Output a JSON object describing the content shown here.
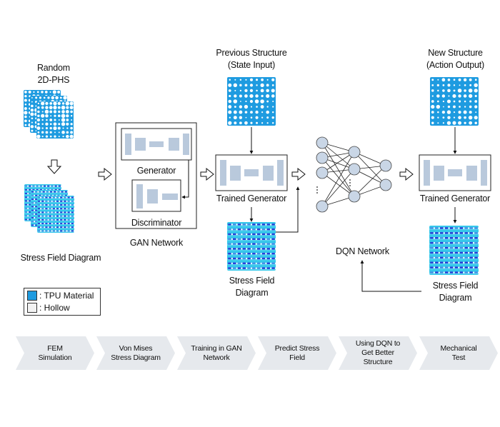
{
  "colors": {
    "tpu_blue": "#1e9be0",
    "hollow": "#f2f2f2",
    "block_fill": "#b9c9dc",
    "node_fill": "#c9d6e6",
    "chevron_fill": "#e6e9ed",
    "stress_cyan": "#35c8ea",
    "stress_deep": "#2b3fd6"
  },
  "input": {
    "title_line1": "Random",
    "title_line2": "2D-PHS",
    "stress_label": "Stress Field Diagram"
  },
  "legend": {
    "items": [
      {
        "label": ": TPU Material",
        "swatch": "tpu"
      },
      {
        "label": ": Hollow",
        "swatch": "hollow"
      }
    ]
  },
  "gan": {
    "generator_label": "Generator",
    "discriminator_label": "Discriminator",
    "network_label": "GAN Network"
  },
  "predict": {
    "title_line1": "Previous Structure",
    "title_line2": "(State Input)",
    "generator_label": "Trained Generator",
    "stress_line1": "Stress Field",
    "stress_line2": "Diagram"
  },
  "dqn": {
    "network_label": "DQN Network",
    "layers": [
      4,
      3,
      2
    ]
  },
  "output": {
    "title_line1": "New Structure",
    "title_line2": "(Action Output)",
    "generator_label": "Trained Generator",
    "stress_line1": "Stress Field",
    "stress_line2": "Diagram"
  },
  "process_steps": [
    {
      "lines": [
        "FEM",
        "Simulation"
      ]
    },
    {
      "lines": [
        "Von Mises",
        "Stress Diagram"
      ]
    },
    {
      "lines": [
        "Training in GAN",
        "Network"
      ]
    },
    {
      "lines": [
        "Predict Stress",
        "Field"
      ]
    },
    {
      "lines": [
        "Using DQN to",
        "Get Better",
        "Structure"
      ]
    },
    {
      "lines": [
        "Mechanical",
        "Test"
      ]
    }
  ]
}
